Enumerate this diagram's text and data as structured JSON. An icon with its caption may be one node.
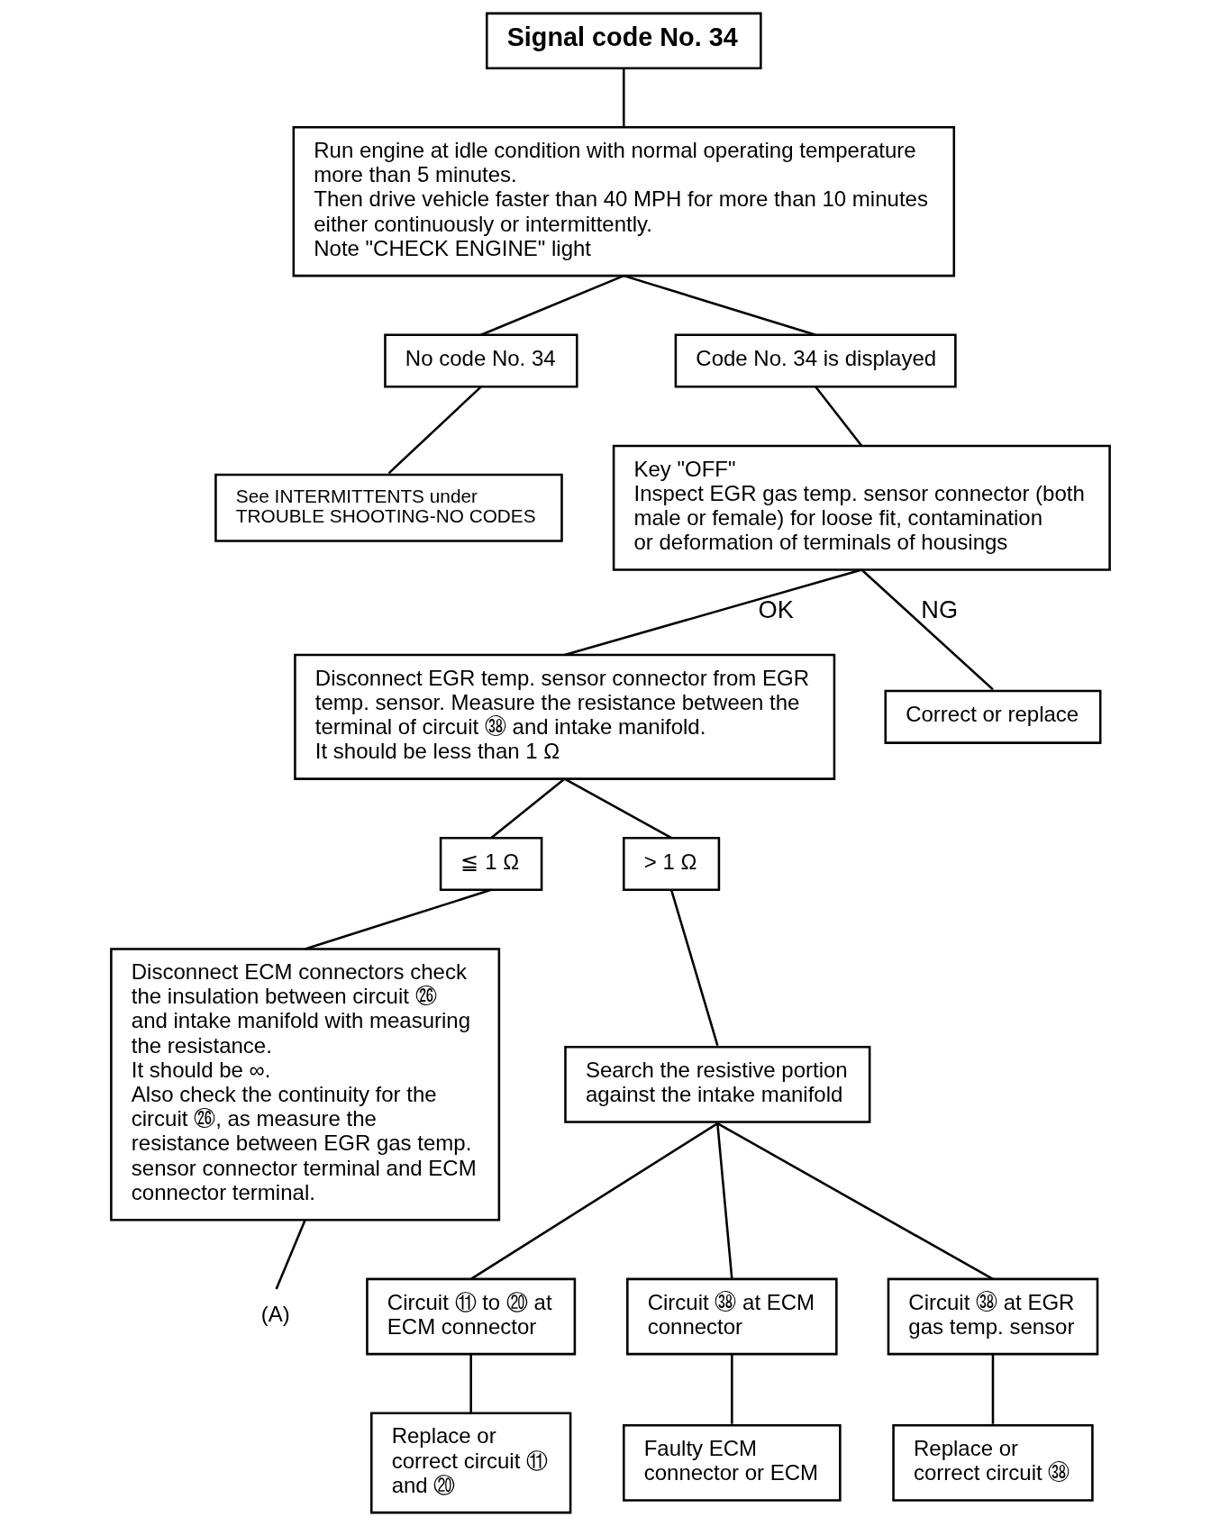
{
  "diagram": {
    "nodes": [
      {
        "text": [
          "Signal code No. 34"
        ]
      },
      {
        "text": [
          "Run engine at idle condition with normal operating temperature more than 5 minutes.",
          "Then drive vehicle faster than 40 MPH for more than 10 minutes either continuously or intermittently.",
          "Note \"CHECK ENGINE\" light"
        ]
      },
      {
        "text": [
          "No code No. 34"
        ]
      },
      {
        "text": [
          "Code No. 34 is displayed"
        ]
      },
      {
        "text": [
          "See INTERMITTENTS under TROUBLE SHOOTING-NO CODES"
        ]
      },
      {
        "text": [
          "Key \"OFF\"",
          "Inspect EGR gas temp. sensor connector (both male or female) for loose fit, contamination or deformation of terminals of housings"
        ]
      },
      {
        "text": [
          "Disconnect EGR temp. sensor connector from EGR temp. sensor. Measure the resistance between the terminal of circuit ㊳ and intake manifold.",
          "It should be less than 1 Ω"
        ]
      },
      {
        "text": [
          "Correct or replace"
        ]
      },
      {
        "text": [
          "≦ 1 Ω"
        ]
      },
      {
        "text": [
          "> 1 Ω"
        ]
      },
      {
        "text": [
          "Disconnect ECM connectors check the insulation between circuit ㉖ and intake manifold with measuring the resistance.",
          "It should be ∞.",
          "Also check the continuity for the circuit ㉖, as measure the resistance between EGR gas temp. sensor connector terminal and ECM connector terminal."
        ]
      },
      {
        "text": [
          "Search the resistive portion against the intake manifold"
        ]
      },
      {
        "text": [
          "Circuit ⑪ to ⑳ at ECM connector"
        ]
      },
      {
        "text": [
          "Circuit ㊳ at ECM connector"
        ]
      },
      {
        "text": [
          "Circuit ㊳ at EGR gas temp. sensor"
        ]
      },
      {
        "text": [
          "Replace or correct circuit ⑪ and ⑳"
        ]
      },
      {
        "text": [
          "Faulty ECM connector or ECM"
        ]
      },
      {
        "text": [
          "Replace or correct circuit ㊳"
        ]
      },
      {
        "text": [
          "(A)"
        ]
      }
    ],
    "edges": [
      {
        "from": 0,
        "to": 1,
        "arrow": "none"
      },
      {
        "from": 1,
        "to": 2,
        "arrow": "none"
      },
      {
        "from": 1,
        "to": 3,
        "arrow": "none"
      },
      {
        "from": 2,
        "to": 4,
        "arrow": "none"
      },
      {
        "from": 3,
        "to": 5,
        "arrow": "none"
      },
      {
        "from": 5,
        "to": 6,
        "arrow": "none",
        "label": "OK"
      },
      {
        "from": 5,
        "to": 7,
        "arrow": "none",
        "label": "NG"
      },
      {
        "from": 6,
        "to": 8,
        "arrow": "none"
      },
      {
        "from": 6,
        "to": 9,
        "arrow": "none"
      },
      {
        "from": 8,
        "to": 10,
        "arrow": "none"
      },
      {
        "from": 10,
        "to": 18,
        "arrow": "none"
      },
      {
        "from": 9,
        "to": 11,
        "arrow": "none"
      },
      {
        "from": 11,
        "to": 12,
        "arrow": "none"
      },
      {
        "from": 11,
        "to": 13,
        "arrow": "none"
      },
      {
        "from": 11,
        "to": 14,
        "arrow": "none"
      },
      {
        "from": 12,
        "to": 15,
        "arrow": "none"
      },
      {
        "from": 13,
        "to": 16,
        "arrow": "none"
      },
      {
        "from": 14,
        "to": 17,
        "arrow": "none"
      }
    ]
  }
}
